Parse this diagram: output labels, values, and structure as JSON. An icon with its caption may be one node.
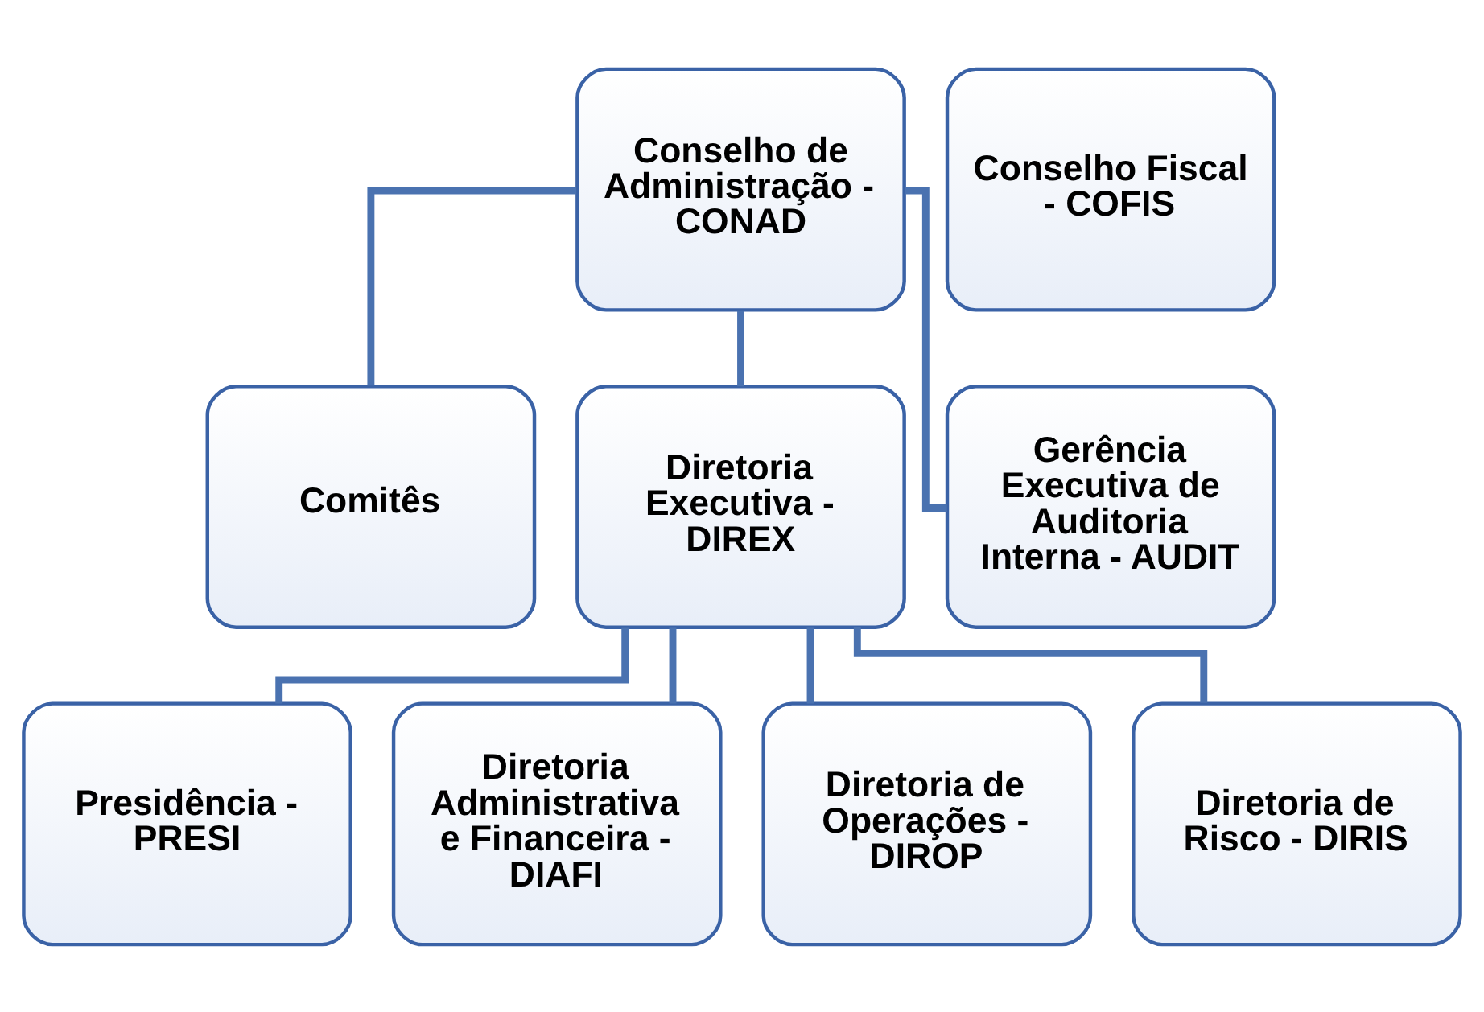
{
  "diagram": {
    "nodes": [
      {
        "text": [
          "Conselho de Administração - CONAD"
        ]
      },
      {
        "text": [
          "Conselho Fiscal - COFIS"
        ]
      },
      {
        "text": [
          "Comitês"
        ]
      },
      {
        "text": [
          "Diretoria Executiva - DIREX"
        ]
      },
      {
        "text": [
          "Gerência Executiva de Auditoria Interna - AUDIT"
        ]
      },
      {
        "text": [
          "Presidência - PRESI"
        ]
      },
      {
        "text": [
          "Diretoria Administrativa e Financeira - DIAFI"
        ]
      },
      {
        "text": [
          "Diretoria de Operações - DIROP"
        ]
      },
      {
        "text": [
          "Diretoria de Risco - DIRIS"
        ]
      }
    ],
    "edges": [
      {
        "from": 0,
        "to": 2,
        "arrow": "none"
      },
      {
        "from": 0,
        "to": 3,
        "arrow": "none"
      },
      {
        "from": 0,
        "to": 4,
        "arrow": "none"
      },
      {
        "from": 3,
        "to": 5,
        "arrow": "none"
      },
      {
        "from": 3,
        "to": 6,
        "arrow": "none"
      },
      {
        "from": 3,
        "to": 7,
        "arrow": "none"
      },
      {
        "from": 3,
        "to": 8,
        "arrow": "none"
      }
    ]
  }
}
